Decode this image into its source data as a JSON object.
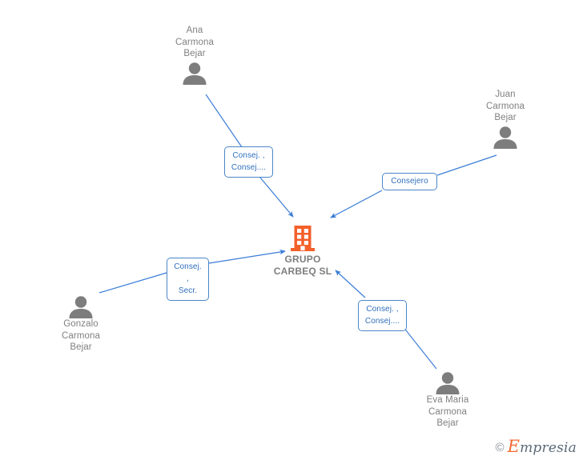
{
  "diagram": {
    "title": "GRUPO CARBEQ SL relationship graph",
    "colors": {
      "edge": "#3b7dd8",
      "chip_border": "#4a86c8",
      "chip_text": "#2f6fbd",
      "person_icon": "#7d7d7d",
      "person_text": "#808080",
      "company_icon": "#f4602a",
      "company_text": "#7d7d7d",
      "background": "#ffffff"
    }
  },
  "company": {
    "name": "GRUPO\nCARBEQ SL",
    "icon": "building-icon"
  },
  "people": [
    {
      "id": "ana",
      "name": "Ana\nCarmona\nBejar",
      "icon": "person-icon",
      "label_position": "above"
    },
    {
      "id": "juan",
      "name": "Juan\nCarmona\nBejar",
      "icon": "person-icon",
      "label_position": "above"
    },
    {
      "id": "gonzalo",
      "name": "Gonzalo\nCarmona\nBejar",
      "icon": "person-icon",
      "label_position": "below"
    },
    {
      "id": "eva",
      "name": "Eva Maria\nCarmona\nBejar",
      "icon": "person-icon",
      "label_position": "below"
    }
  ],
  "edges": [
    {
      "id": "ana-company",
      "from": "ana",
      "to": "company",
      "label": "Consej. ,\nConsej...."
    },
    {
      "id": "juan-company",
      "from": "juan",
      "to": "company",
      "label": "Consejero"
    },
    {
      "id": "gonzalo-company",
      "from": "gonzalo",
      "to": "company",
      "label": "Consej. ,\nSecr."
    },
    {
      "id": "eva-company",
      "from": "eva",
      "to": "company",
      "label": "Consej. ,\nConsej...."
    }
  ],
  "watermark": {
    "copyright": "©",
    "brand_initial": "E",
    "brand_rest": "mpresia"
  }
}
